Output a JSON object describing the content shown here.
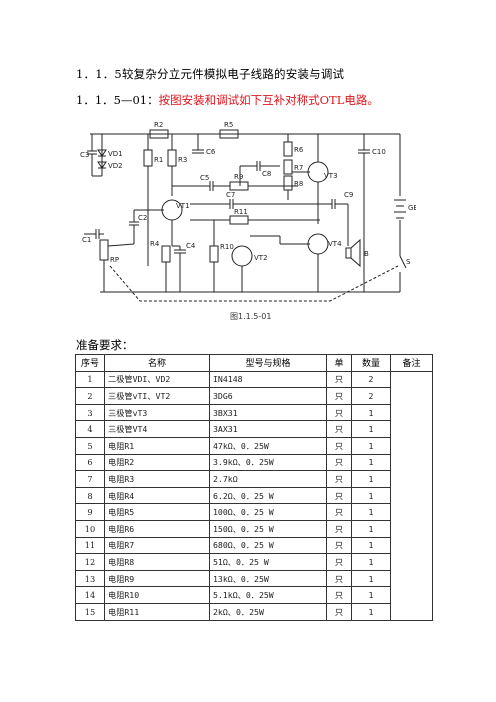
{
  "heading": "1．1．5较复杂分立元件模拟电子线路的安装与调试",
  "task": {
    "prefix": "1．1．5—01：",
    "text": "按图安装和调试如下互补对称式OTL电路。"
  },
  "figure": {
    "caption": "图1.1.5-01",
    "labels": {
      "r2": "R2",
      "r5": "R5",
      "c3": "C3",
      "vd1": "VD1",
      "vd2": "VD2",
      "r1": "R1",
      "r3": "R3",
      "c6": "C6",
      "r6": "R6",
      "r7": "R7",
      "r8": "R8",
      "c8": "C8",
      "c10": "C10",
      "vt3": "VT3",
      "gb": "GB",
      "c5": "C5",
      "r9": "R9",
      "c7": "C7",
      "c9": "C9",
      "r11": "R11",
      "c2": "C2",
      "vt1": "VT1",
      "c1": "C1",
      "r4": "R4",
      "c4": "C4",
      "r10": "R10",
      "vt2": "VT2",
      "vt4": "VT4",
      "b": "B",
      "rp": "RP",
      "s": "S"
    }
  },
  "prep_title": "准备要求：",
  "table": {
    "headers": [
      "序号",
      "名称",
      "型号与规格",
      "单",
      "数量",
      "备注"
    ],
    "rows": [
      {
        "no": "1",
        "name": "二极管VDI、VD2",
        "spec": "IN4148",
        "unit": "只",
        "qty": "2",
        "note": ""
      },
      {
        "no": "2",
        "name": "三极管vTI、VT2",
        "spec": "3DG6",
        "unit": "只",
        "qty": "2",
        "note": ""
      },
      {
        "no": "3",
        "name": "三极管vT3",
        "spec": "3BX31",
        "unit": "只",
        "qty": "1",
        "note": ""
      },
      {
        "no": "4",
        "name": "三极管VT4",
        "spec": "3AX31",
        "unit": "只",
        "qty": "1",
        "note": ""
      },
      {
        "no": "5",
        "name": "电阻R1",
        "spec": "47kΩ、0．25W",
        "unit": "只",
        "qty": "1",
        "note": ""
      },
      {
        "no": "6",
        "name": "电阻R2",
        "spec": "3.9kΩ、0．25W",
        "unit": "只",
        "qty": "1",
        "note": ""
      },
      {
        "no": "7",
        "name": "电阻R3",
        "spec": "2.7kΩ",
        "unit": "只",
        "qty": "1",
        "note": ""
      },
      {
        "no": "8",
        "name": "电阻R4",
        "spec": "6.2Ω、0．25 W",
        "unit": "只",
        "qty": "1",
        "note": ""
      },
      {
        "no": "9",
        "name": "电阻R5",
        "spec": "100Ω、0．25 W",
        "unit": "只",
        "qty": "1",
        "note": ""
      },
      {
        "no": "10",
        "name": "电阻R6",
        "spec": "150Ω、0．25 W",
        "unit": "只",
        "qty": "1",
        "note": ""
      },
      {
        "no": "11",
        "name": "电阻R7",
        "spec": "680Ω、0．25 W",
        "unit": "只",
        "qty": "1",
        "note": ""
      },
      {
        "no": "12",
        "name": "电阻R8",
        "spec": "51Ω、0．25 W",
        "unit": "只",
        "qty": "1",
        "note": ""
      },
      {
        "no": "13",
        "name": "电阻R9",
        "spec": "13kΩ、0．25W",
        "unit": "只",
        "qty": "1",
        "note": ""
      },
      {
        "no": "14",
        "name": "电阻R10",
        "spec": "5.1kΩ、0．25W",
        "unit": "只",
        "qty": "1",
        "note": ""
      },
      {
        "no": "15",
        "name": "电阻R11",
        "spec": "2kΩ、0．25W",
        "unit": "只",
        "qty": "1",
        "note": ""
      }
    ]
  }
}
